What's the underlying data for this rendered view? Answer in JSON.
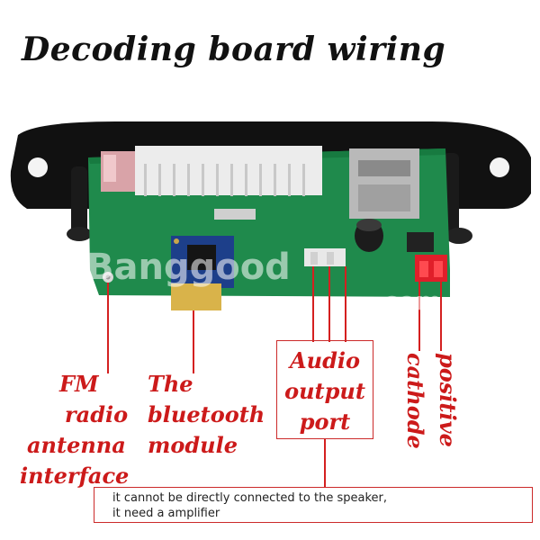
{
  "title": "Decoding board wiring",
  "labels": {
    "fm_antenna": [
      "FM",
      "radio",
      "antenna",
      "interface"
    ],
    "bluetooth": [
      "The",
      "bluetooth",
      "module"
    ],
    "audio_port": [
      "Audio",
      "output",
      "port"
    ],
    "cathode": "cathode",
    "positive": "positive"
  },
  "note": {
    "line1": "it cannot be directly connected to the speaker,",
    "line2": "it need a amplifier"
  },
  "watermark": "Banggood",
  "watermark_com": ".com",
  "colors": {
    "accent_red": "#cc1a1a",
    "pcb_green": "#1f8a4c",
    "panel_black": "#111111"
  }
}
